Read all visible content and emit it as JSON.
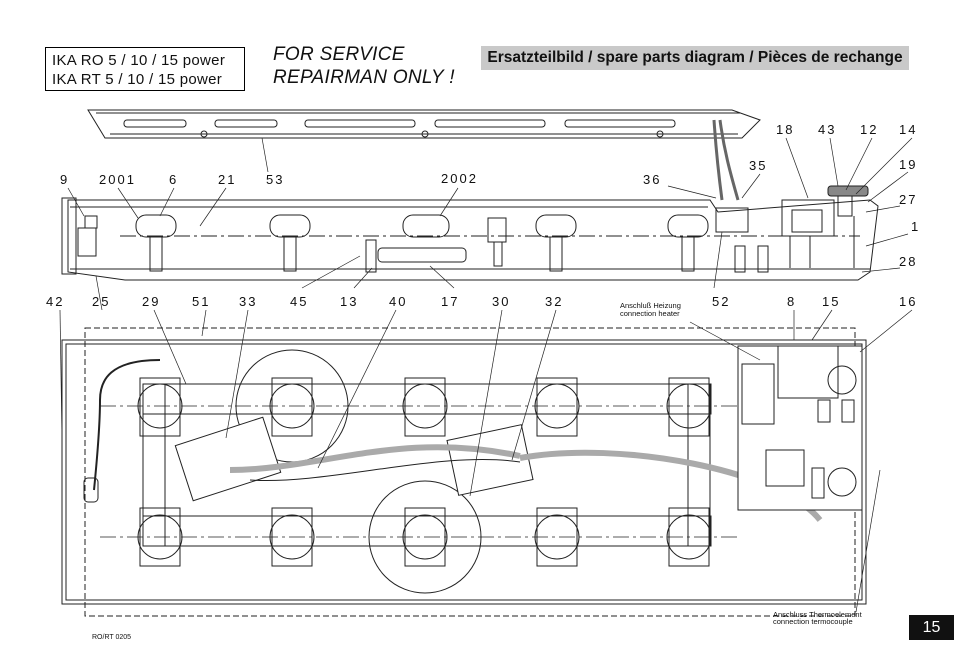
{
  "header": {
    "model_lines": [
      "IKA  RO 5 / 10 / 15 power",
      "IKA  RT 5 / 10 / 15 power"
    ],
    "service_lines": [
      "FOR SERVICE",
      "REPAIRMAN ONLY !"
    ],
    "banner": "Ersatzteilbild / spare parts diagram / Pièces de rechange"
  },
  "part_numbers": {
    "p53": "53",
    "p9": "9",
    "p2001": "2001",
    "p6": "6",
    "p21": "21",
    "p2002": "2002",
    "p36": "36",
    "p35": "35",
    "p18": "18",
    "p43": "43",
    "p12": "12",
    "p14": "14",
    "p19": "19",
    "p27": "27",
    "p1": "1",
    "p28": "28",
    "p42": "42",
    "p25": "25",
    "p29": "29",
    "p51": "51",
    "p33": "33",
    "p45": "45",
    "p13": "13",
    "p40": "40",
    "p17": "17",
    "p30": "30",
    "p32": "32",
    "p52": "52",
    "p8": "8",
    "p15": "15",
    "p16": "16"
  },
  "notes": {
    "heater_de": "Anschluß Heizung",
    "heater_en": "connection heater",
    "thermo_de": "Anschluss Thermoelement",
    "thermo_en": "connection termocouple"
  },
  "footer": {
    "doc_code": "RO/RT 0205",
    "page": "15"
  }
}
